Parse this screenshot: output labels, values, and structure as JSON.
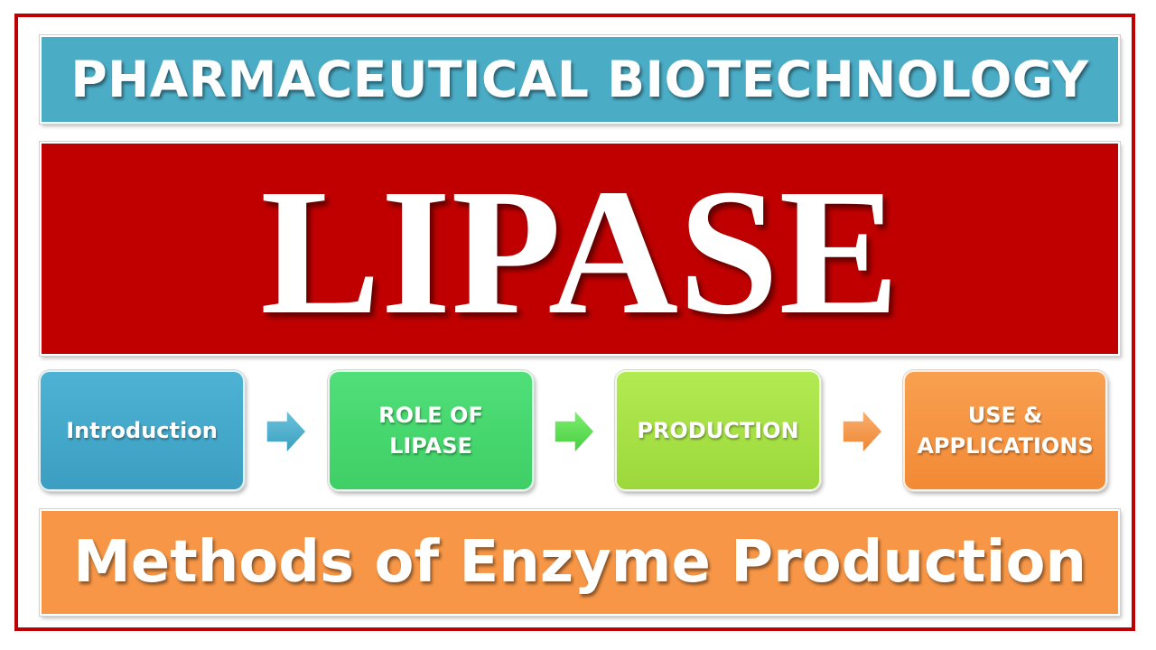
{
  "header": {
    "subject": "PHARMACEUTICAL BIOTECHNOLOGY"
  },
  "main": {
    "title": "LIPASE"
  },
  "flow": {
    "steps": [
      {
        "label": "Introduction",
        "color": "#4bacc6"
      },
      {
        "label": "ROLE OF LIPASE",
        "color": "#46d46e"
      },
      {
        "label": "PRODUCTION",
        "color": "#a6e046"
      },
      {
        "label": "USE & APPLICATIONS",
        "color": "#f79646"
      }
    ],
    "arrows": [
      {
        "icon": "arrow-right-icon",
        "color": "#4bacc6"
      },
      {
        "icon": "arrow-right-icon",
        "color": "#5ee05a"
      },
      {
        "icon": "arrow-right-icon",
        "color": "#f79646"
      }
    ]
  },
  "footer": {
    "topic": "Methods of Enzyme Production"
  },
  "colors": {
    "frame": "#c00000",
    "header_bg": "#4bacc6",
    "title_bg": "#c00000",
    "footer_bg": "#f79646"
  }
}
